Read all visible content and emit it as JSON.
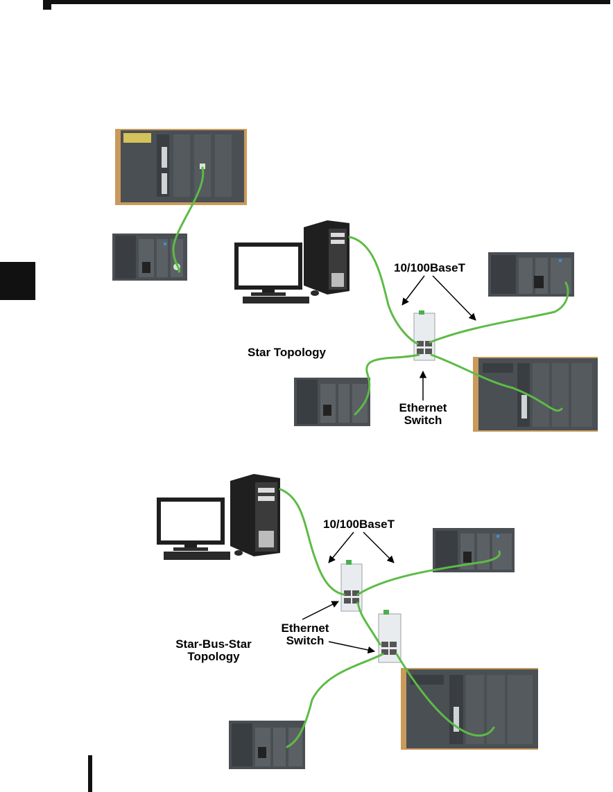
{
  "labels": {
    "star_speed": "10/100BaseT",
    "star_topology": "Star Topology",
    "star_switch_1": "Ethernet",
    "star_switch_2": "Switch",
    "sbs_speed": "10/100BaseT",
    "sbs_switch_1": "Ethernet",
    "sbs_switch_2": "Switch",
    "sbs_topology_1": "Star-Bus-Star",
    "sbs_topology_2": "Topology"
  },
  "colors": {
    "cable": "#5dbb46",
    "plc_body": "#4a4f54",
    "plc_dark": "#33373b",
    "base_wood": "#c99a5b",
    "pc_body": "#1f1f1f",
    "switch_body": "#e9ecef"
  }
}
